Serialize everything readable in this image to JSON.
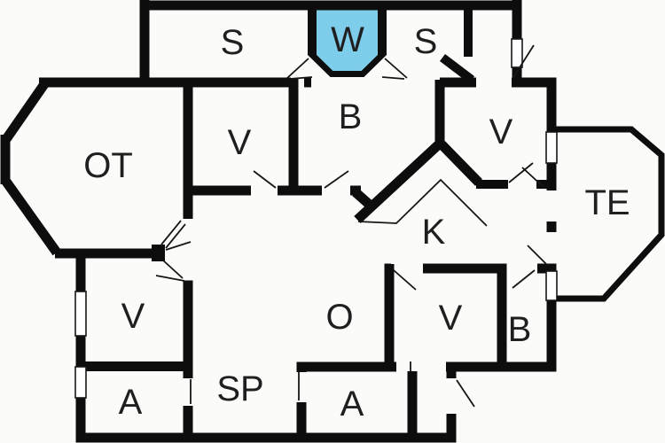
{
  "type": "floor-plan",
  "colors": {
    "wall": "#0d0d0d",
    "background": "#fbfbf9",
    "highlight": "#7ecdeb",
    "label": "#1f1f1f"
  },
  "highlighted_room": "W",
  "rooms": [
    {
      "id": "s-top-left",
      "label": "S"
    },
    {
      "id": "w",
      "label": "W",
      "highlighted": true
    },
    {
      "id": "s-top-center",
      "label": "S"
    },
    {
      "id": "b-center",
      "label": "B"
    },
    {
      "id": "v-upper-left",
      "label": "V"
    },
    {
      "id": "ot",
      "label": "OT"
    },
    {
      "id": "v-upper-right",
      "label": "V"
    },
    {
      "id": "te",
      "label": "TE"
    },
    {
      "id": "k",
      "label": "K"
    },
    {
      "id": "v-lower-left",
      "label": "V"
    },
    {
      "id": "o",
      "label": "O"
    },
    {
      "id": "v-lower-center",
      "label": "V"
    },
    {
      "id": "b-lower-right",
      "label": "B"
    },
    {
      "id": "a-lower-left",
      "label": "A"
    },
    {
      "id": "sp",
      "label": "SP"
    },
    {
      "id": "a-lower-center",
      "label": "A"
    }
  ]
}
